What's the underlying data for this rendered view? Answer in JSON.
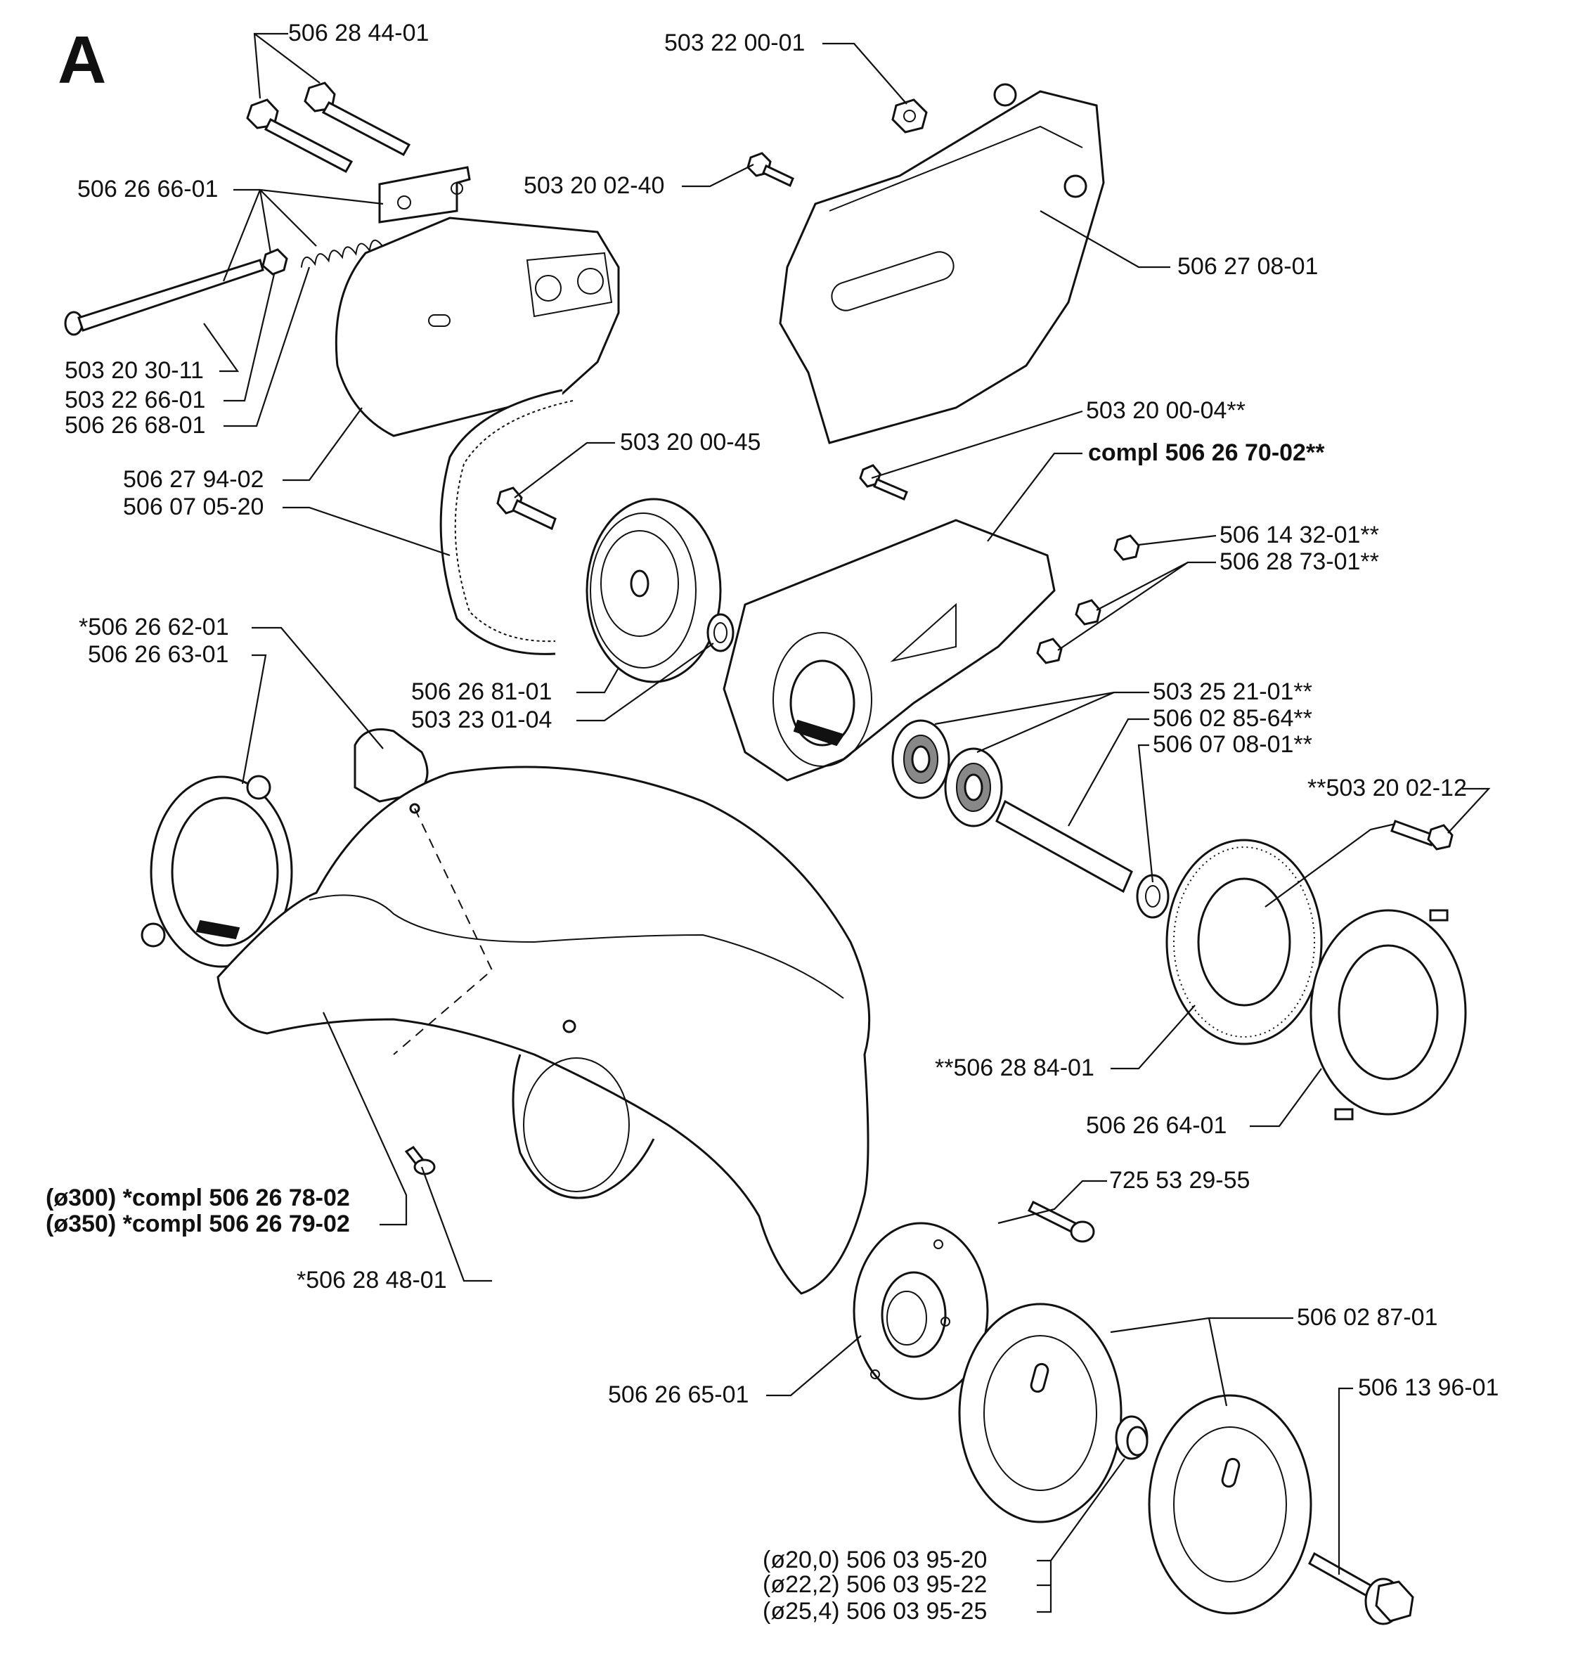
{
  "section_letter": "A",
  "labels": {
    "l_506_28_44_01": "506 28 44-01",
    "l_503_22_00_01": "503 22 00-01",
    "l_506_26_66_01": "506 26 66-01",
    "l_503_20_02_40": "503 20 02-40",
    "l_506_27_08_01": "506 27 08-01",
    "l_503_20_30_11": "503 20 30-11",
    "l_503_22_66_01": "503 22 66-01",
    "l_506_26_68_01": "506 26 68-01",
    "l_503_20_00_04": "503 20 00-04**",
    "l_compl_506_26_70_02": "compl 506 26 70-02**",
    "l_506_27_94_02": "506 27 94-02",
    "l_506_07_05_20": "506 07 05-20",
    "l_503_20_00_45": "503 20 00-45",
    "l_506_14_32_01": "506 14 32-01**",
    "l_506_28_73_01": "506 28 73-01**",
    "l_506_26_62_01": "*506 26 62-01",
    "l_506_26_63_01": "506 26 63-01",
    "l_506_26_81_01": "506 26 81-01",
    "l_503_23_01_04": "503 23 01-04",
    "l_503_25_21_01": "503 25 21-01**",
    "l_506_02_85_64": "506 02 85-64**",
    "l_506_07_08_01": "506 07 08-01**",
    "l_503_20_02_12": "**503 20 02-12",
    "l_506_28_84_01": "**506 28 84-01",
    "l_506_26_64_01": "506 26 64-01",
    "l_compl_300": "(ø300) *compl 506 26 78-02",
    "l_compl_350": "(ø350) *compl 506 26 79-02",
    "l_725_53_29_55": "725 53 29-55",
    "l_506_28_48_01": "*506 28 48-01",
    "l_506_02_87_01": "506 02 87-01",
    "l_506_26_65_01": "506 26 65-01",
    "l_506_13_96_01": "506 13 96-01",
    "l_506_03_95_20": "(ø20,0) 506 03 95-20",
    "l_506_03_95_22": "(ø22,2) 506 03 95-22",
    "l_506_03_95_25": "(ø25,4) 506 03 95-25"
  }
}
